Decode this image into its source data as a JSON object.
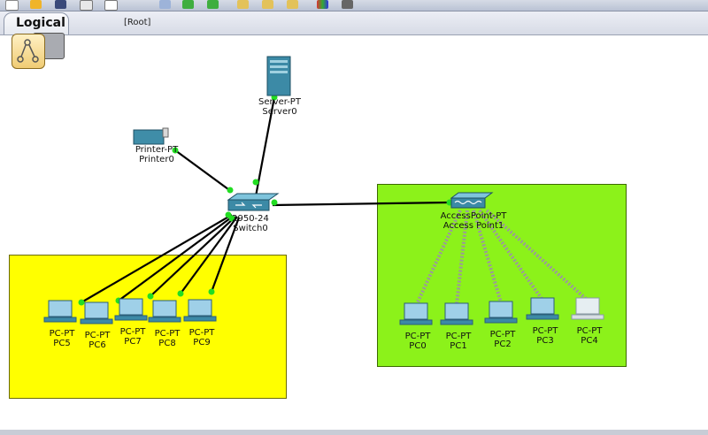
{
  "tabs": {
    "active": "Logical",
    "path": "[Root]"
  },
  "toolbar": {
    "icons": [
      "new-file-icon",
      "open-folder-icon",
      "save-icon",
      "print-icon",
      "activity-wizard-icon",
      "zoom-icon",
      "undo-icon",
      "redo-icon",
      "cable-icon",
      "cable-icon",
      "cable-icon",
      "palette-icon",
      "device-icon"
    ]
  },
  "zones": [
    {
      "name": "yellow-zone",
      "color": "#ffff00"
    },
    {
      "name": "green-zone",
      "color": "#8cf21a"
    }
  ],
  "devices": {
    "server": {
      "model": "Server-PT",
      "name": "Server0"
    },
    "printer": {
      "model": "Printer-PT",
      "name": "Printer0"
    },
    "switch": {
      "model": "2950-24",
      "name": "Switch0"
    },
    "access_point": {
      "model": "AccessPoint-PT",
      "name": "Access Point1"
    },
    "wired_pcs": [
      {
        "model": "PC-PT",
        "name": "PC5"
      },
      {
        "model": "PC-PT",
        "name": "PC6"
      },
      {
        "model": "PC-PT",
        "name": "PC7"
      },
      {
        "model": "PC-PT",
        "name": "PC8"
      },
      {
        "model": "PC-PT",
        "name": "PC9"
      }
    ],
    "wireless_pcs": [
      {
        "model": "PC-PT",
        "name": "PC0"
      },
      {
        "model": "PC-PT",
        "name": "PC1"
      },
      {
        "model": "PC-PT",
        "name": "PC2"
      },
      {
        "model": "PC-PT",
        "name": "PC3"
      },
      {
        "model": "PC-PT",
        "name": "PC4"
      }
    ]
  },
  "link_colors": {
    "wired": "#000000",
    "port": "#22dd22",
    "wireless": "#9a9a9a"
  }
}
